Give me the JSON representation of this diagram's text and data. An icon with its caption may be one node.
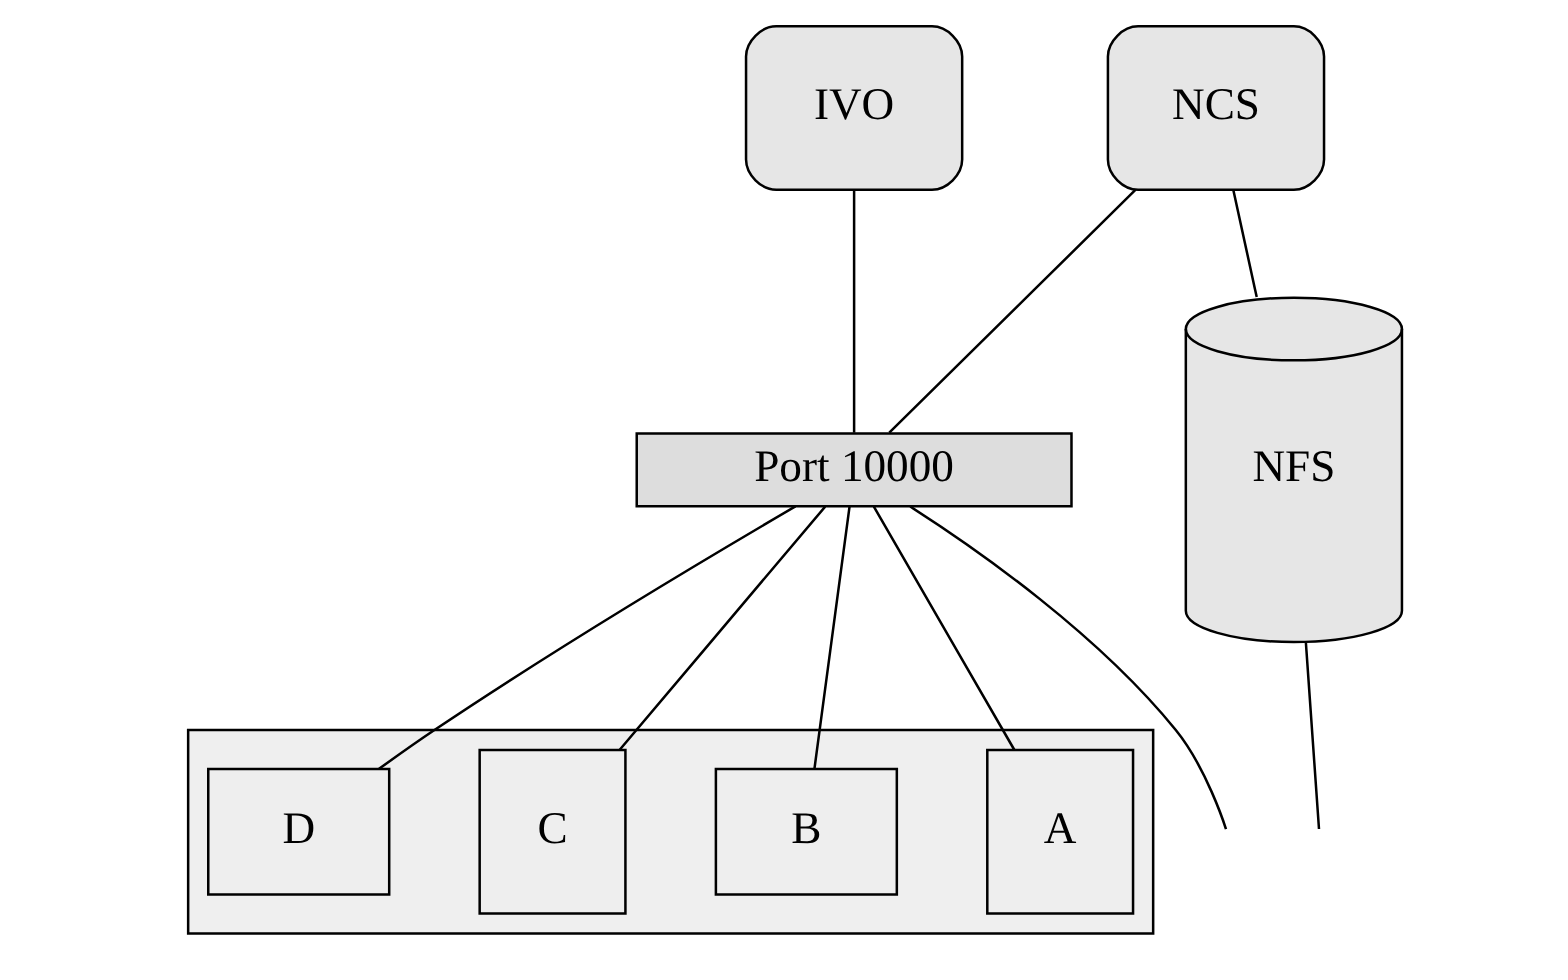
{
  "diagram": {
    "nodes": [
      {
        "text": [
          "NCS"
        ]
      },
      {
        "text": [
          "IVO"
        ]
      },
      {
        "text": [
          "NFS"
        ]
      },
      {
        "text": [],
        "shape": "box"
      },
      {
        "text": [
          "Port 10000"
        ]
      },
      {
        "text": [
          "A"
        ],
        "in": 3
      },
      {
        "text": [
          "B"
        ],
        "in": 3
      },
      {
        "text": [
          "C"
        ],
        "in": 3
      },
      {
        "text": [
          "D"
        ],
        "in": 3
      }
    ],
    "edges": [
      {
        "from": 0,
        "to": 4,
        "arrow": "none"
      },
      {
        "from": 1,
        "to": 4,
        "arrow": "none"
      },
      {
        "from": 0,
        "to": 2,
        "arrow": "none"
      },
      {
        "from": 2,
        "to": null,
        "arrow": "none"
      },
      {
        "from": 4,
        "to": 5,
        "arrow": "none"
      },
      {
        "from": 4,
        "to": 6,
        "arrow": "none"
      },
      {
        "from": 4,
        "to": 7,
        "arrow": "none"
      },
      {
        "from": 4,
        "to": 8,
        "arrow": "none"
      },
      {
        "from": 4,
        "to": null,
        "arrow": "none"
      }
    ]
  }
}
